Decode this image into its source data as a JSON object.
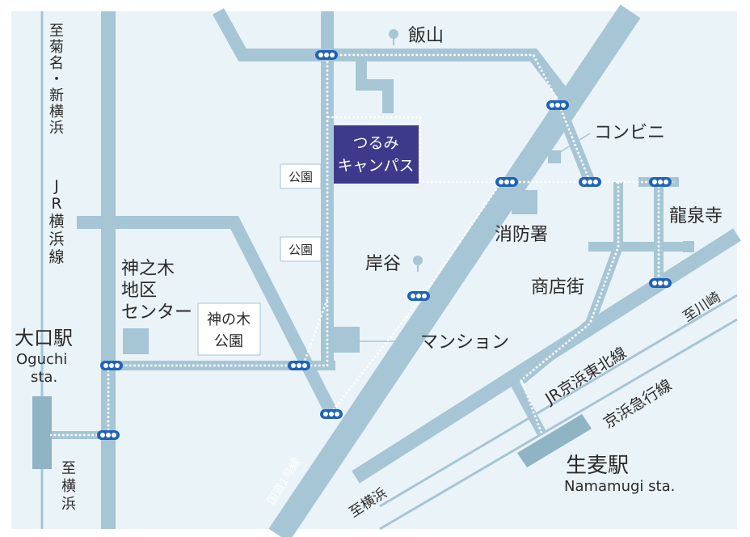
{
  "campus": {
    "line1": "つるみ",
    "line2": "キャンパス"
  },
  "labels": {
    "iiyama": "飯山",
    "conbini": "コンビニ",
    "shobosho": "消防署",
    "ryusenji": "龍泉寺",
    "kishiya": "岸谷",
    "shotengai": "商店街",
    "mansion": "マンション",
    "park1": "公園",
    "park2": "公園",
    "kaminoki_park": [
      "神の木",
      "公園"
    ],
    "kaminoki_center": [
      "神之木",
      "地区",
      "センター"
    ],
    "oguchi_station": "大口駅",
    "oguchi_en": [
      "Oguchi",
      "sta."
    ],
    "namamugi_station": "生麦駅",
    "namamugi_en": "Namamugi sta.",
    "to_kikuna": [
      "至",
      "菊",
      "名",
      "・",
      "新",
      "横",
      "浜"
    ],
    "jr_yokohama_line": [
      "J",
      "R",
      "横",
      "浜",
      "線"
    ],
    "to_yokohama_left": [
      "至",
      "横",
      "浜"
    ],
    "to_yokohama_bottom": "至横浜",
    "to_kawasaki": "至川崎",
    "route1": "国道1号線",
    "jr_keihin_tohoku": "JR京浜東北線",
    "keikyu": "京浜急行線"
  },
  "colors": {
    "road": "#a6c6d5",
    "campus": "#3d3a8c",
    "campus_text": "#ffffff",
    "signal": "#1f63b6",
    "background": "#eaf3f8"
  }
}
